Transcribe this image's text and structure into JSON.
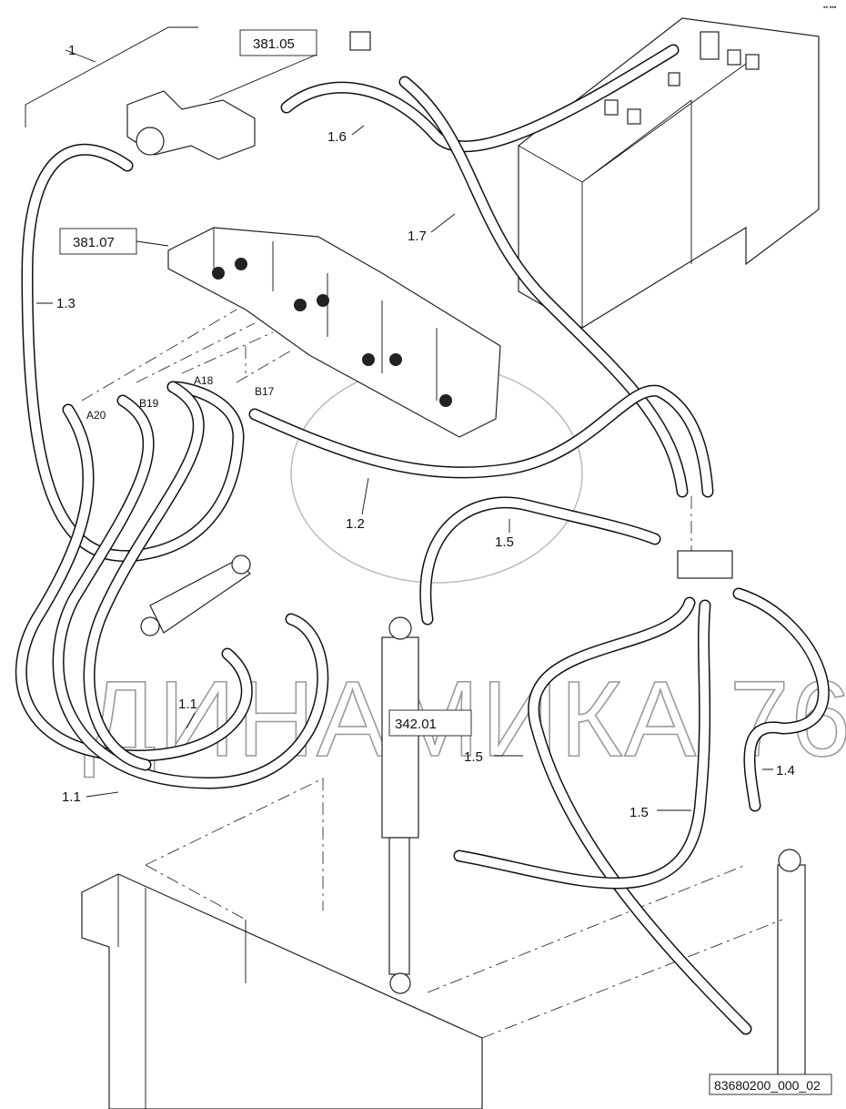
{
  "drawing_number": "83680200_000_02",
  "corner_mark": "▪▪ ▪▪▪",
  "watermark": "ДИНАМИКА 76",
  "reference_boxes": [
    "381.05",
    "381.07",
    "342.01"
  ],
  "item_labels": {
    "assembly": "1",
    "hose_1_1_a": "1.1",
    "hose_1_1_b": "1.1",
    "hose_1_2": "1.2",
    "hose_1_3": "1.3",
    "hose_1_4": "1.4",
    "hose_1_5_a": "1.5",
    "hose_1_5_b": "1.5",
    "hose_1_5_c": "1.5",
    "hose_1_6": "1.6",
    "hose_1_7": "1.7"
  },
  "ports": [
    "A20",
    "B19",
    "A18",
    "B17"
  ]
}
